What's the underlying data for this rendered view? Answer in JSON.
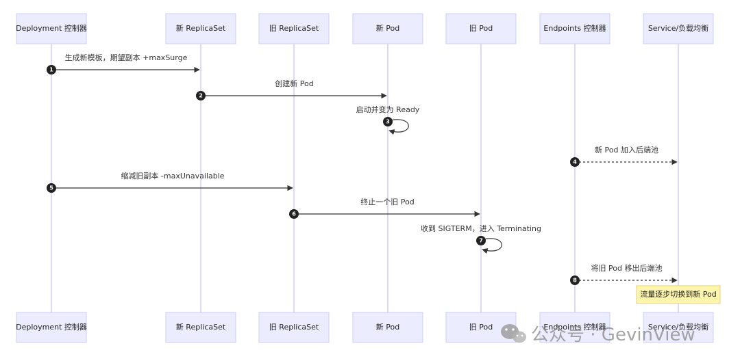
{
  "participants": [
    {
      "id": "dep",
      "label": "Deployment 控制器"
    },
    {
      "id": "newrs",
      "label": "新 ReplicaSet"
    },
    {
      "id": "oldrs",
      "label": "旧 ReplicaSet"
    },
    {
      "id": "newpod",
      "label": "新 Pod"
    },
    {
      "id": "oldpod",
      "label": "旧 Pod"
    },
    {
      "id": "ep",
      "label": "Endpoints 控制器"
    },
    {
      "id": "svc",
      "label": "Service/负载均衡"
    }
  ],
  "messages": [
    {
      "num": "1",
      "from": "dep",
      "to": "newrs",
      "text": "生成新模板，期望副本 +maxSurge",
      "style": "solid"
    },
    {
      "num": "2",
      "from": "newrs",
      "to": "newpod",
      "text": "创建新 Pod",
      "style": "solid"
    },
    {
      "num": "3",
      "from": "newpod",
      "to": "newpod",
      "text": "启动并变为 Ready",
      "style": "solid"
    },
    {
      "num": "4",
      "from": "ep",
      "to": "svc",
      "text": "新 Pod 加入后端池",
      "style": "dashed"
    },
    {
      "num": "5",
      "from": "dep",
      "to": "oldrs",
      "text": "缩减旧副本 -maxUnavailable",
      "style": "solid"
    },
    {
      "num": "6",
      "from": "oldrs",
      "to": "oldpod",
      "text": "终止一个旧 Pod",
      "style": "solid"
    },
    {
      "num": "7",
      "from": "oldpod",
      "to": "oldpod",
      "text": "收到 SIGTERM，进入 Terminating",
      "style": "solid"
    },
    {
      "num": "8",
      "from": "ep",
      "to": "svc",
      "text": "将旧 Pod 移出后端池",
      "style": "dashed"
    }
  ],
  "note": {
    "over": "svc",
    "text": "流量逐步切换到新 Pod"
  },
  "watermark": {
    "text": "公众号 · GevinView",
    "icon": "wechat-icon"
  }
}
